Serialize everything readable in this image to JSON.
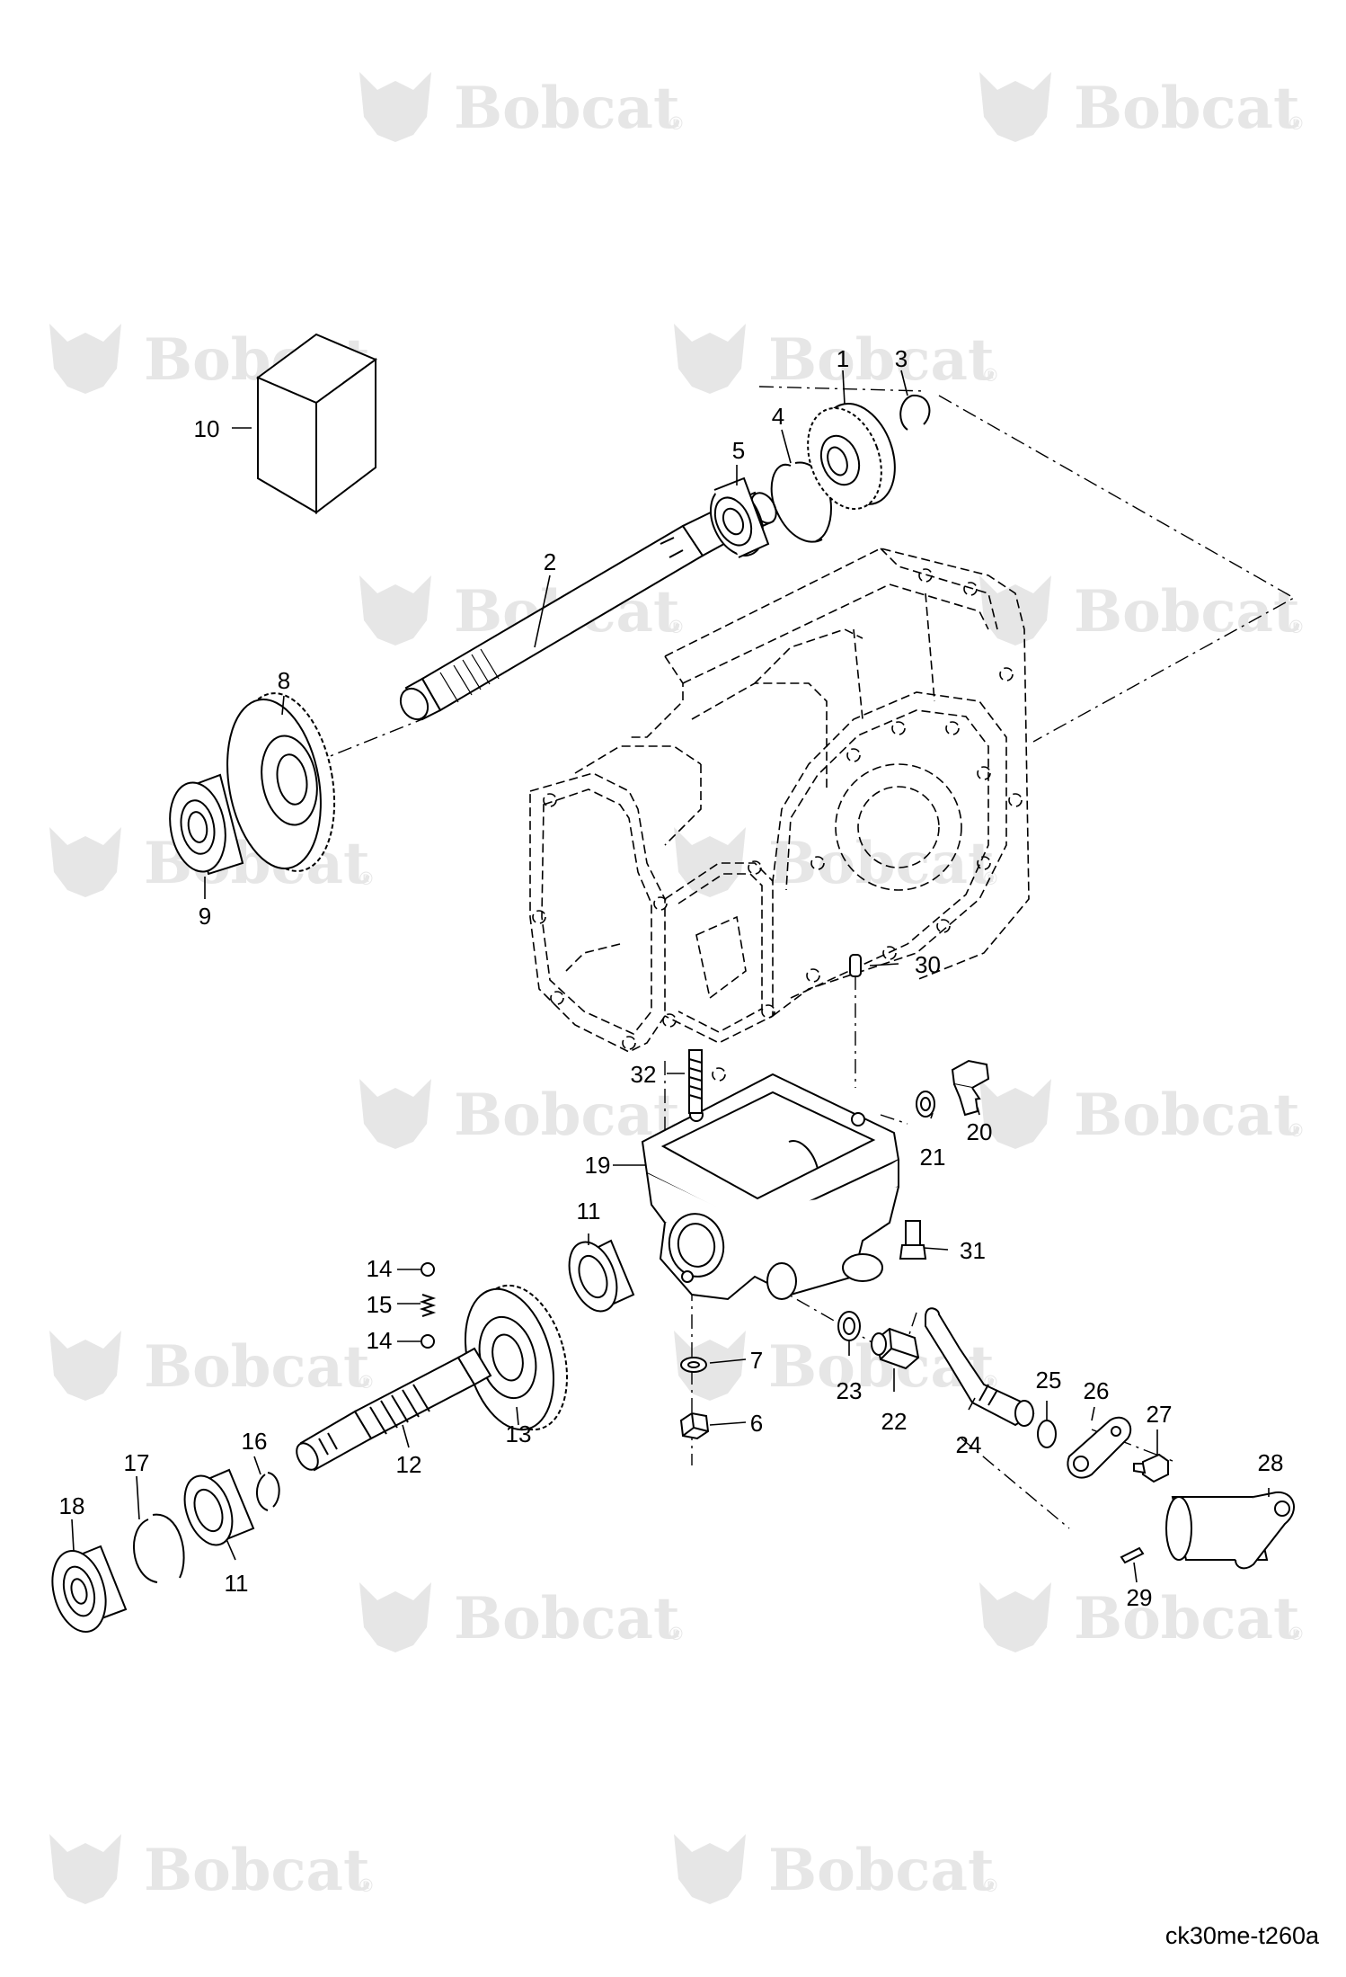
{
  "watermark": {
    "brand": "Bobcat",
    "mark": "®",
    "color": "#e6e6e6"
  },
  "reference_code": "ck30me-t260a",
  "callouts": [
    "1",
    "2",
    "3",
    "4",
    "5",
    "6",
    "7",
    "8",
    "9",
    "10",
    "11",
    "11",
    "12",
    "13",
    "14",
    "14",
    "15",
    "16",
    "17",
    "18",
    "19",
    "20",
    "21",
    "22",
    "23",
    "24",
    "25",
    "26",
    "27",
    "28",
    "29",
    "30",
    "31",
    "32"
  ],
  "colors": {
    "line": "#000000",
    "background": "#ffffff"
  }
}
